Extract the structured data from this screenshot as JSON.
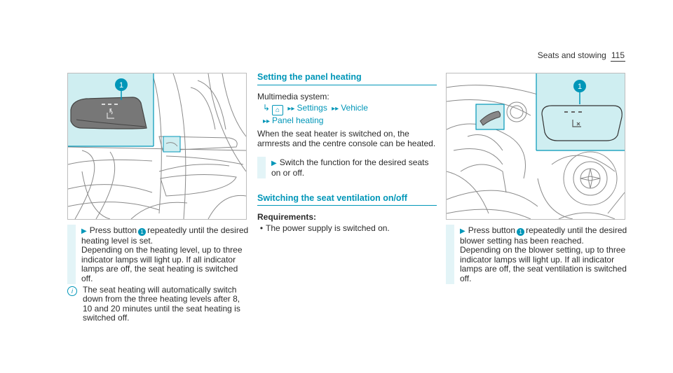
{
  "header": {
    "section": "Seats and stowing",
    "page_number": "115"
  },
  "images": {
    "left": {
      "callout": "1"
    },
    "right": {
      "callout": "1"
    }
  },
  "left_column": {
    "step1": {
      "before": "Press button",
      "callout": "1",
      "after": "repeatedly until the desired heating level is set.",
      "detail": "Depending on the heating level, up to three indicator lamps will light up. If all indicator lamps are off, the seat heating is switched off."
    },
    "note": "The seat heating will automatically switch down from the three heating levels after 8, 10 and 20 minutes until the seat heating is switched off."
  },
  "middle_column": {
    "title_panel": "Setting the panel heating",
    "multimedia": "Multimedia system:",
    "path": {
      "home": "⌂",
      "settings": "Settings",
      "vehicle": "Vehicle",
      "panel": "Panel heating"
    },
    "info": "When the seat heater is switched on, the armrests and the centre console can be heated.",
    "step": "Switch the function for the desired seats on or off.",
    "title_vent": "Switching the seat ventilation on/off",
    "requirements_label": "Requirements:",
    "requirement_item": "The power supply is switched on."
  },
  "right_column": {
    "step1": {
      "before": "Press button",
      "callout": "1",
      "after": "repeatedly until the desired blower setting has been reached.",
      "detail": "Depending on the blower setting, up to three indicator lamps will light up. If all indicator lamps are off, the seat ventilation is switched off."
    }
  },
  "colors": {
    "accent": "#0096b8",
    "panel_bg": "#e3f4f7",
    "callout_fill": "#0096b8"
  }
}
